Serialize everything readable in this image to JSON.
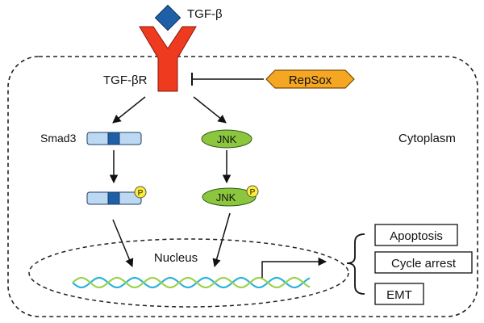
{
  "labels": {
    "ligand": "TGF-β",
    "receptor": "TGF-βR",
    "inhibitor": "RepSox",
    "smad": "Smad3",
    "jnk": "JNK",
    "jnk_p": "JNK",
    "phospho": "P",
    "compartment": "Cytoplasm",
    "nucleus": "Nucleus"
  },
  "outcomes": [
    "Apoptosis",
    "Cycle arrest",
    "EMT"
  ],
  "colors": {
    "ligand": "#1f5fa8",
    "receptor": "#ee3a1f",
    "inhibitor": "#f5a623",
    "smad_fill": "#bcd8f2",
    "smad_core": "#1f5fa8",
    "jnk": "#8cc63f",
    "phospho": "#ffee33",
    "dna_a": "#2ab3d8",
    "dna_b": "#9bd24a"
  }
}
